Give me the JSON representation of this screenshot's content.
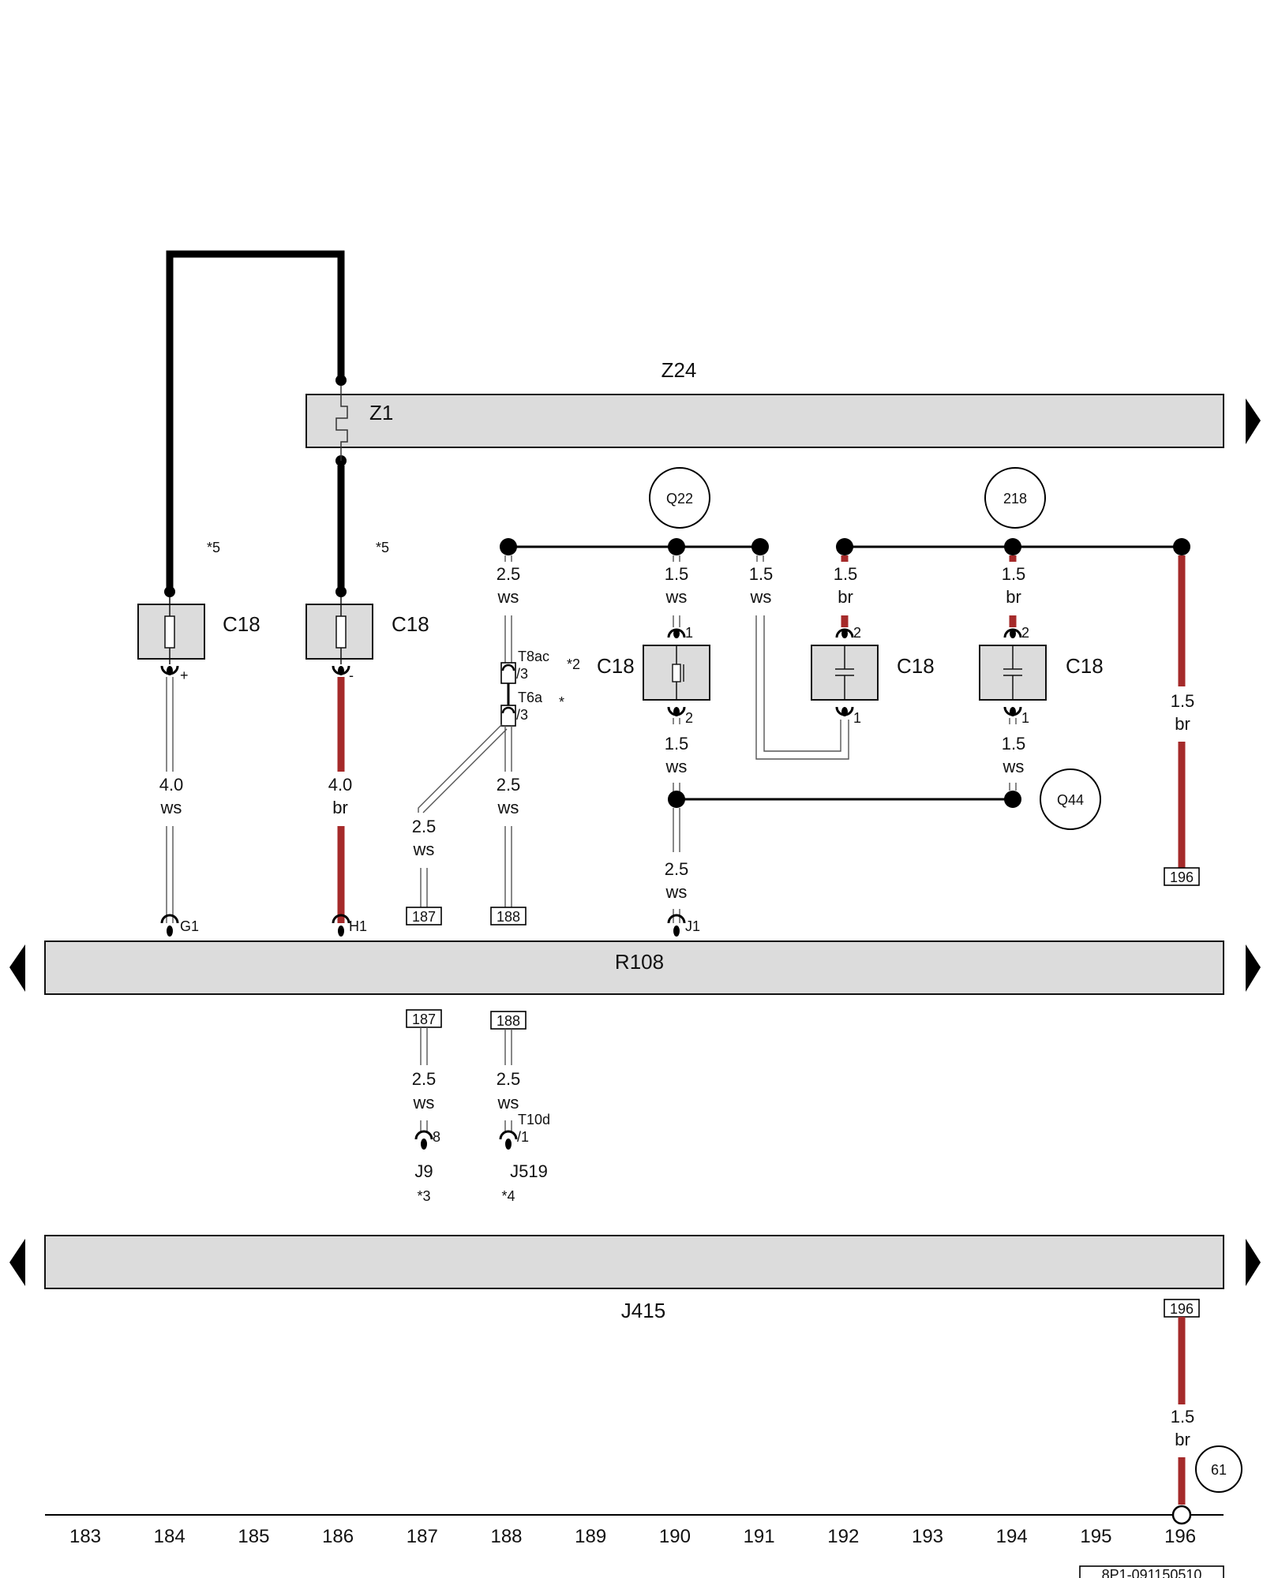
{
  "buses": {
    "z24": "Z24",
    "z1": "Z1",
    "r108": "R108",
    "j415": "J415"
  },
  "circles": {
    "q22": "Q22",
    "c218": "218",
    "q44": "Q44",
    "c61": "61"
  },
  "components": {
    "c18": "C18",
    "j9": "J9",
    "j519": "J519",
    "t8ac": "T8ac",
    "t6a": "T6a",
    "t10d": "T10d"
  },
  "notes": {
    "star5": "*5",
    "star2": "*2",
    "star": "*",
    "star3": "*3",
    "star4": "*4"
  },
  "wires": {
    "w40": "4.0",
    "w25": "2.5",
    "w15": "1.5",
    "ws": "ws",
    "br": "br"
  },
  "pins": {
    "plus": "+",
    "minus": "-",
    "p1": "1",
    "p2": "2",
    "p3": "/3",
    "p1s": "/1",
    "p8": "8",
    "g1": "G1",
    "h1": "H1",
    "j1": "J1"
  },
  "refs": {
    "r187": "187",
    "r188": "188",
    "r196": "196"
  },
  "columns": [
    "183",
    "184",
    "185",
    "186",
    "187",
    "188",
    "189",
    "190",
    "191",
    "192",
    "193",
    "194",
    "195",
    "196"
  ],
  "doc_code": "8P1-091150510",
  "colors": {
    "brown_wire": "#a52a2a",
    "black_wire": "#000000",
    "bar_fill": "#dcdcdc"
  }
}
